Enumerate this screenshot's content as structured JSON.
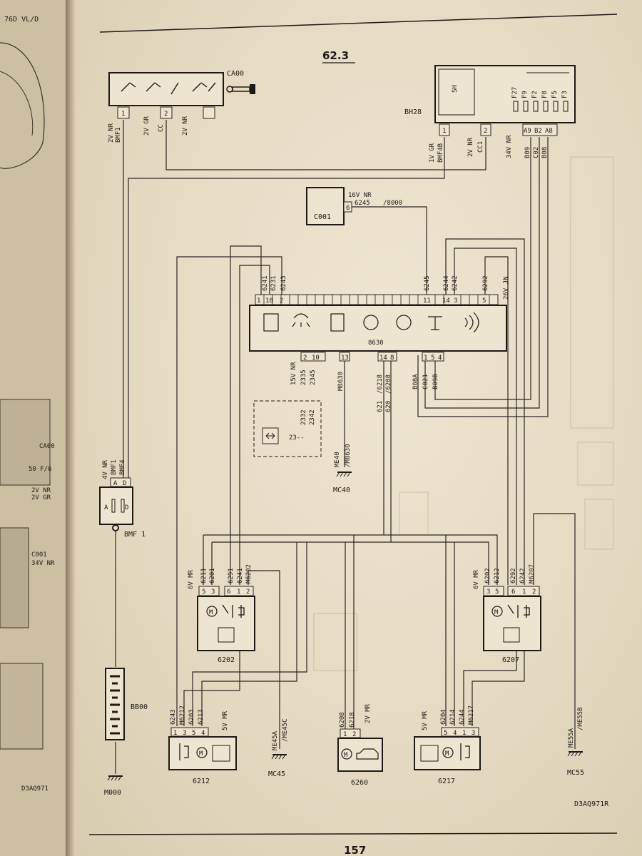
{
  "left_page": {
    "header": "76D VL/D",
    "callouts": [
      "CA00",
      "50 F/6",
      "2V NR",
      "2V GR",
      "C001",
      "34V NR"
    ],
    "ref": "D3AQ971"
  },
  "page": {
    "section": "62.3",
    "page_number": "157",
    "drawing_ref": "D3AQ971R"
  },
  "components": {
    "ca00": "CA00",
    "bh28": "BH28",
    "c001": "C001",
    "ecu": "8630",
    "bmf1": "BMF 1",
    "bb00": "BB00",
    "m000": "M000",
    "mc40": "MC40",
    "mc45": "MC45",
    "mc55": "MC55",
    "r6202": "6202",
    "r6207": "6207",
    "r6212": "6212",
    "r6260": "6260",
    "r6217": "6217",
    "opt23": "23--"
  },
  "labels": {
    "ca00_pins": [
      "1",
      "2"
    ],
    "ca00_w1": "2V NR",
    "ca00_w1b": "BMF1",
    "ca00_w2": "2V GR",
    "ca00_w2b": "CC",
    "ca00_w3": "2V NR",
    "bh28_sh": "SH",
    "bh28_fuses": [
      "F27",
      "F9",
      "F2",
      "F8",
      "F5",
      "F3"
    ],
    "bh28_pins": [
      "1",
      "2",
      "A9",
      "B2",
      "A8"
    ],
    "bh28_w1": "1V GR",
    "bh28_w1b": "BMF4B",
    "bh28_w2": "2V NR",
    "bh28_w2b": "CC1",
    "bh28_w3": "34V NR",
    "bh28_w3b": [
      "B09",
      "C02",
      "B08"
    ],
    "c001_pin": "6",
    "c001_w": "16V NR",
    "c001_w2": "6245",
    "c001_w3": "/8000",
    "ecu_top_wires": [
      "6241",
      "6231",
      "6243"
    ],
    "ecu_top_pins": [
      "1",
      "18",
      "2"
    ],
    "ecu_top_right_wires": [
      "6245",
      "6244",
      "6242",
      "6292"
    ],
    "ecu_top_right_pins": [
      "11",
      "14",
      "3",
      "5"
    ],
    "ecu_conn": "26V JN",
    "ecu_bot_pins": [
      "2",
      "10",
      "13",
      "14",
      "8",
      "1",
      "5",
      "4"
    ],
    "ecu_bot_w1": "15V NR",
    "ecu_bot_wires": [
      "2335",
      "2345",
      "M8630",
      "/6218",
      "/6208",
      "B08A",
      "C021",
      "B09B"
    ],
    "ecu_621": "621",
    "ecu_620": "620",
    "opt_wires": [
      "2332",
      "2342"
    ],
    "mc40_w": "ME40",
    "mc40_w2": "/M8630",
    "bmf1_pins": [
      "A",
      "D"
    ],
    "bmf1_w": "4V NR",
    "bmf1_wires": [
      "BMF1",
      "BMF4"
    ],
    "bmf1_inner": [
      "A",
      "D"
    ],
    "r6202_conn": "6V MR",
    "r6202_wires": [
      "6211",
      "6201",
      "6291",
      "6241",
      "M6202"
    ],
    "r6202_pins": [
      "5",
      "3",
      "6",
      "1",
      "2"
    ],
    "r6207_conn": "6V MR",
    "r6207_wires": [
      "6202",
      "6212",
      "6292",
      "6242",
      "M6207"
    ],
    "r6207_pins": [
      "3",
      "5",
      "6",
      "1",
      "2"
    ],
    "r6212_wires": [
      "6243",
      "M6212",
      "6203",
      "6213"
    ],
    "r6212_pins": [
      "1",
      "3",
      "5",
      "4"
    ],
    "r6212_conn": "5V MR",
    "mc45_w": "ME45A",
    "mc45_w2": "/ME45C",
    "r6260_wires": [
      "6208",
      "6218"
    ],
    "r6260_pins": [
      "1",
      "2"
    ],
    "r6260_conn": "2V MR",
    "r6217_conn": "5V MR",
    "r6217_wires": [
      "6204",
      "6214",
      "6244",
      "M6217"
    ],
    "r6217_pins": [
      "5",
      "4",
      "1",
      "3"
    ],
    "mc55_w": "ME55A",
    "mc55_w2": "/ME55B"
  }
}
